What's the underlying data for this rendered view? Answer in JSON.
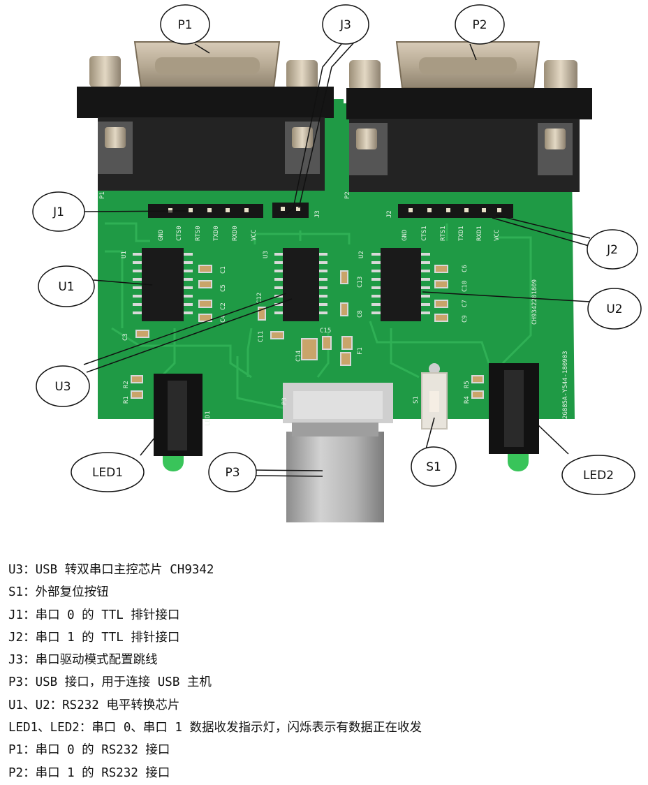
{
  "board": {
    "connectors": {
      "p1": "P1",
      "p2": "P2",
      "p3": "P3"
    },
    "silkscreen": {
      "p1_ref": "P1",
      "p2_ref": "P2",
      "p3_ref": "P3",
      "j1_ref": "J1",
      "j2_ref": "J2",
      "j3_ref": "J3",
      "u1_ref": "U1",
      "u2_ref": "U2",
      "u3_ref": "U3",
      "s1_ref": "S1",
      "led1_ref": "LED1",
      "j1_pins": [
        "GND",
        "CTS0",
        "RTS0",
        "TXD0",
        "RXD0",
        "VCC"
      ],
      "j2_pins": [
        "GND",
        "CTS1",
        "RTS1",
        "TXD1",
        "RXD1",
        "VCC"
      ],
      "caps": [
        "C1",
        "C5",
        "C2",
        "C4",
        "C3",
        "C12",
        "C11",
        "C13",
        "C8",
        "C15",
        "C14",
        "C6",
        "C10",
        "C7",
        "C9"
      ],
      "resistors": [
        "R1",
        "R2",
        "R4",
        "R5"
      ],
      "fuse": "F1",
      "board_id": "CH9342201809",
      "board_code": "2G885A-Y544-180903"
    }
  },
  "callouts": {
    "p1": "P1",
    "p2": "P2",
    "j1": "J1",
    "j2": "J2",
    "j3": "J3",
    "u1": "U1",
    "u2": "U2",
    "u3": "U3",
    "s1": "S1",
    "p3": "P3",
    "led1": "LED1",
    "led2": "LED2"
  },
  "legend": [
    "U3：USB 转双串口主控芯片 CH9342",
    "S1：外部复位按钮",
    "J1：串口 0 的 TTL 排针接口",
    "J2：串口 1 的 TTL 排针接口",
    "J3：串口驱动模式配置跳线",
    "P3：USB 接口，用于连接 USB 主机",
    "U1、U2：RS232 电平转换芯片",
    "LED1、LED2：串口 0、串口 1 数据收发指示灯，闪烁表示有数据正在收发",
    "P1：串口 0 的 RS232 接口",
    "P2：串口 1 的 RS232 接口"
  ],
  "colors": {
    "pcb_green": "#1f9a45",
    "trace_green": "#2fb055",
    "silkscreen": "#e8f3e8",
    "connector_metal": "#b8ab95",
    "connector_black": "#151515",
    "chip_black": "#1a1a1a",
    "led_green": "#39c45a",
    "usb_metal": "#a9a9a9"
  }
}
